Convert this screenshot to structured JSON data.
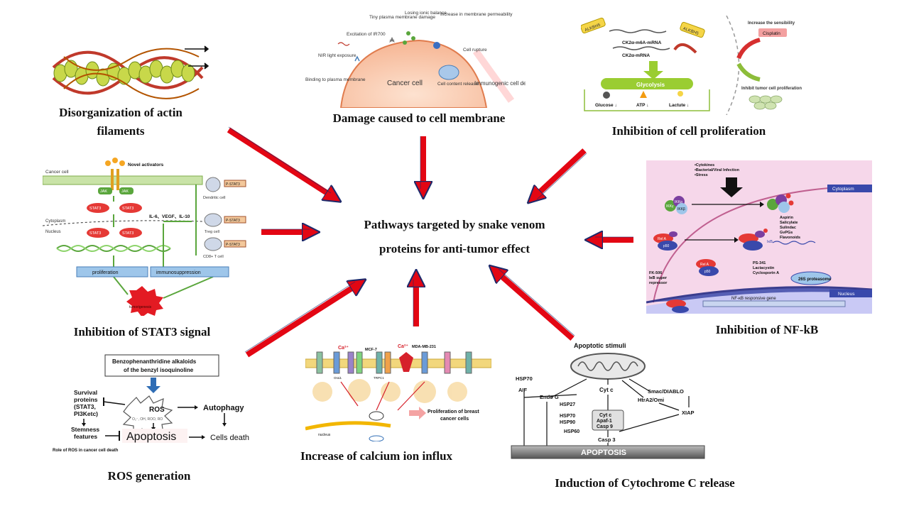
{
  "center": {
    "line1": "Pathways targeted by snake venom",
    "line2": "proteins for anti-tumor effect"
  },
  "captions": {
    "actin_line1": "Disorganization of actin",
    "actin_line2": "filaments",
    "membrane": "Damage caused to cell membrane",
    "proliferation": "Inhibition of cell proliferation",
    "stat3": "Inhibition of STAT3 signal",
    "nfkb": "Inhibition of NF-kB",
    "ros": "ROS generation",
    "calcium": "Increase of calcium ion influx",
    "cytc": "Induction of Cytochrome C release"
  },
  "membrane_panel": {
    "cancer_cell": "Cancer cell",
    "tiny_damage": "Tiny plasma membrane damage",
    "losing_balance": "Losing ionic balance",
    "increase_perm": "Increase in membrane permeability",
    "excitation": "Excitation of IR700",
    "nir": "NIR light exposure",
    "binding": "Binding to plasma membrane",
    "rupture": "Cell rupture",
    "content_release": "Cell content release",
    "immunogenic": "Immunogenic cell death"
  },
  "prolif_panel": {
    "alkbh5_a": "ALKBH5",
    "alkbh5_b": "ALKBH5",
    "m6a": "CK2α-m6A-mRNA",
    "mrna": "CK2α-mRNA",
    "glycolysis": "Glycolysis",
    "glucose": "Glucose ↓",
    "atp": "ATP ↓",
    "lactate": "Lactute ↓",
    "sensibility": "Increase the sensibility",
    "cisplatin": "Cisplatin",
    "inhibit": "Inhibit tumor cell proliferation"
  },
  "stat3_panel": {
    "cancer_cell": "Cancer cell",
    "activators": "Novel activators",
    "jak_a": "JAK",
    "jak_b": "JAK",
    "stat3_a": "STAT3",
    "stat3_b": "STAT3",
    "stat3_c": "STAT3",
    "stat3_d": "STAT3",
    "cytoplasm": "Cytoplasm",
    "nucleus": "Nucleus",
    "cytokines": "IL-6、VEGF、IL-10",
    "proliferation": "proliferation",
    "immunosuppression": "immunosuppression",
    "dendritic": "Dendritic cell",
    "treg": "Treg cell",
    "cd8": "CD8+ T cell",
    "pstat3_a": "P-STAT3",
    "pstat3_b": "P-STAT3",
    "pstat3_c": "P-STAT3",
    "tumorigenesis": "tumorigenesis"
  },
  "nfkb_panel": {
    "stimuli1": "•Cytokines",
    "stimuli2": "•Bacterial/Viral Infection",
    "stimuli3": "•Stress",
    "cytoplasm": "Cytoplasm",
    "nucleus": "Nucleus",
    "ikk_a": "IKKα",
    "ikk_b": "IKKβ",
    "ikk_g": "IKKγ",
    "drugs1": "Aspirin",
    "drugs2": "Salicylate",
    "drugs3": "Sulindac",
    "drugs4": "GvPGs",
    "drugs5": "Flavonoids",
    "rel_a": "Rel A",
    "p50": "p50",
    "ikb": "IκB",
    "ps341_1": "PS-341",
    "ps341_2": "Lactacystin",
    "ps341_3": "Cyclosporin A",
    "fk506_1": "FK-506",
    "fk506_2": "IκB super",
    "fk506_3": "repressor",
    "proteasome": "26S proteasome",
    "gene": "NF-κB responsive gene"
  },
  "ros_panel": {
    "title_line1": "Benzophenanthridine alkaloids",
    "title_line2": "of the benzyl isoquinoline",
    "survival_1": "Survival",
    "survival_2": "proteins",
    "survival_3": "(STAT3,",
    "survival_4": "PI3Ketc)",
    "ros": "ROS",
    "ros_species": "O₂⁻, OH, ROO, RO",
    "autophagy": "Autophagy",
    "stemness_1": "Stemness",
    "stemness_2": "features",
    "apoptosis": "Apoptosis",
    "death": "Cells death",
    "role": "Role of ROS in cancer cell death"
  },
  "calcium_panel": {
    "mcf7": "MCF-7",
    "mda": "MDA-MB-231",
    "ca_a": "Ca²⁺",
    "ca_b": "Ca²⁺",
    "orai": "Orai1",
    "trpc": "TRPC1",
    "prolif_1": "Proliferation of breast",
    "prolif_2": "cancer cells",
    "nucleus": "nucleus"
  },
  "cytc_panel": {
    "stimuli": "Apoptotic stimuli",
    "hsp70_a": "HSP70",
    "aif": "AIF",
    "endog": "Endo G",
    "cytc": "Cyt c",
    "smac": "Smac/DIABLO",
    "htra": "HtrA2/Omi",
    "xiap": "XIAP",
    "hsp27": "HSP27",
    "hsp70_b": "HSP70",
    "hsp90": "HSP90",
    "apaf_1": "Cyt c",
    "apaf_2": "Apaf-1",
    "apaf_3": "Casp 9",
    "hsp60": "HSP60",
    "casp3": "Casp 3",
    "apoptosis": "APOPTOSIS"
  },
  "colors": {
    "arrow_red": "#e30613",
    "arrow_border": "#1e2a6b"
  }
}
